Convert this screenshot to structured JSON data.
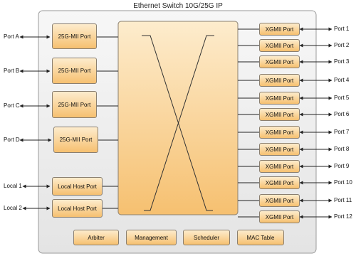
{
  "title": "Ethernet Switch 10G/25G IP",
  "left_ports": [
    "Port A",
    "Port B",
    "Port C",
    "Port D"
  ],
  "left_port_blocks": [
    "25G-MII Port",
    "25G-MII Port",
    "25G-MII Port",
    "25G-MII Port"
  ],
  "local_ports": [
    "Local 1",
    "Local 2"
  ],
  "local_port_blocks": [
    "Local Host Port",
    "Local Host Port"
  ],
  "right_port_blocks": [
    "XGMII Port",
    "XGMII Port",
    "XGMII Port",
    "XGMII Port",
    "XGMII Port",
    "XGMII Port",
    "XGMII Port",
    "XGMII Port",
    "XGMII Port",
    "XGMII Port",
    "XGMII Port",
    "XGMII Port"
  ],
  "right_ports": [
    "Port 1",
    "Port 2",
    "Port 3",
    "Port 4",
    "Port 5",
    "Port 6",
    "Port 7",
    "Port 8",
    "Port 9",
    "Port 10",
    "Port 11",
    "Port 12"
  ],
  "bottom_blocks": [
    "Arbiter",
    "Management",
    "Scheduler",
    "MAC Table"
  ]
}
